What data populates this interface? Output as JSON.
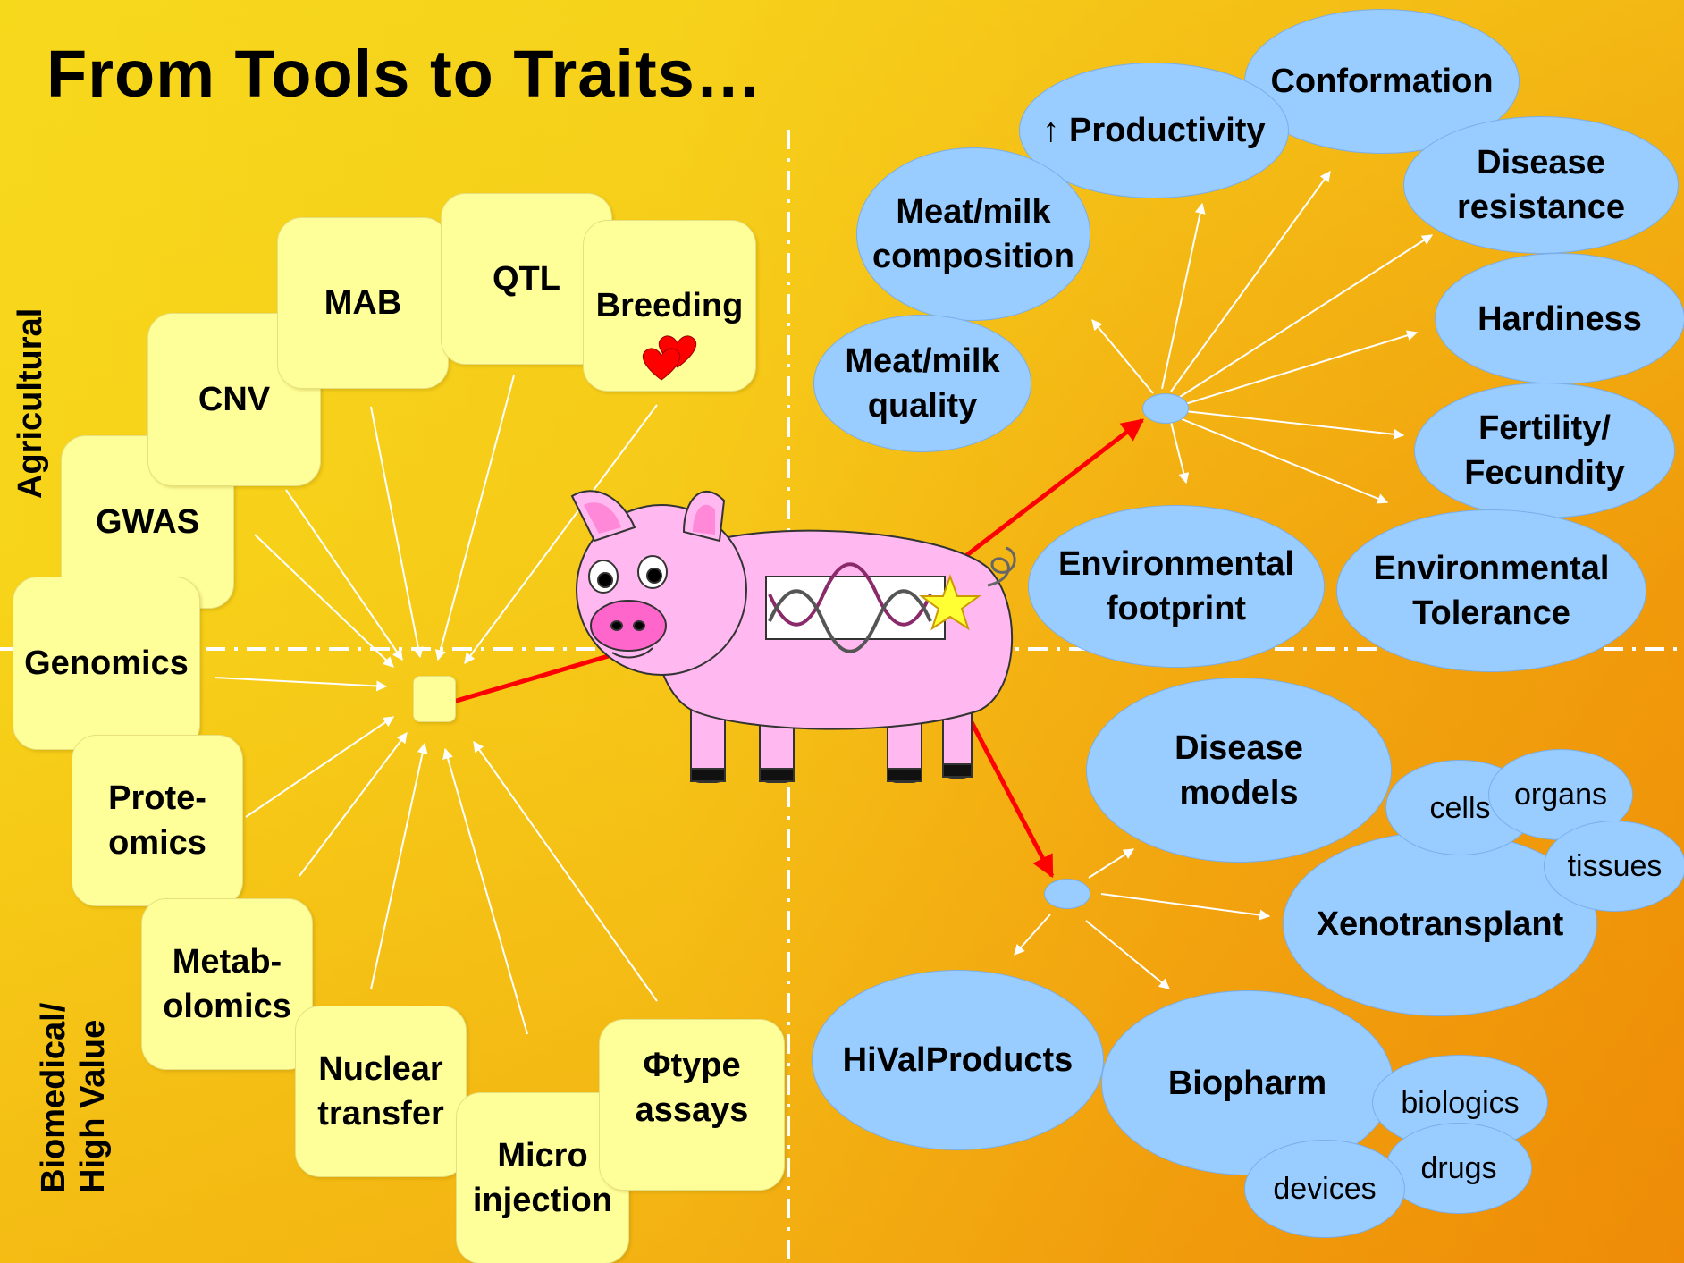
{
  "title": "From Tools to Traits…",
  "sections": {
    "agricultural": "Agricultural",
    "biomedical": "Biomedical/\nHigh Value"
  },
  "tools": {
    "genomics": "Genomics",
    "gwas": "GWAS",
    "cnv": "CNV",
    "mab": "MAB",
    "qtl": "QTL",
    "breeding": "Breeding",
    "proteomics": "Prote-\nomics",
    "metabolomics": "Metab-\nolomics",
    "nuclear_transfer": "Nuclear\ntransfer",
    "micro_injection": "Micro\ninjection",
    "phitype_assays": "Φtype\nassays"
  },
  "ag_traits": {
    "conformation": "Conformation",
    "productivity": "↑ Productivity",
    "meat_milk_composition": "Meat/milk\ncomposition",
    "meat_milk_quality": "Meat/milk\nquality",
    "disease_resistance": "Disease\nresistance",
    "hardiness": "Hardiness",
    "fertility": "Fertility/\nFecundity",
    "environmental_footprint": "Environmental\nfootprint",
    "environmental_tolerance": "Environmental\nTolerance"
  },
  "bio_traits": {
    "disease_models": "Disease\nmodels",
    "cells": "cells",
    "organs": "organs",
    "tissues": "tissues",
    "xenotransplant": "Xenotransplant",
    "hivalproducts": "HiValProducts",
    "biopharm": "Biopharm",
    "biologics": "biologics",
    "drugs": "drugs",
    "devices": "devices"
  },
  "colors": {
    "tool_box": "#ffff99",
    "trait_ellipse": "#99ccff",
    "arrow_red": "#ff0000",
    "arrow_white": "#ffffff",
    "pig": "#ffb8f0"
  }
}
